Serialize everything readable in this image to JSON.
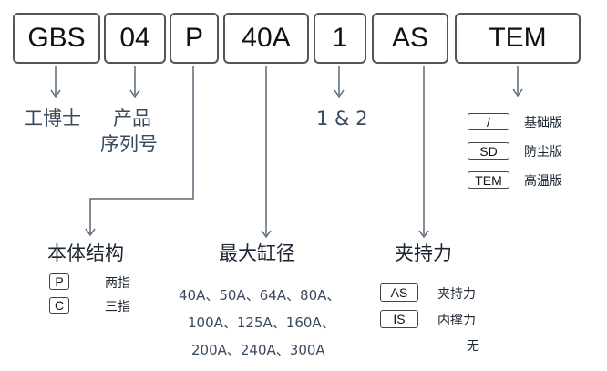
{
  "code": {
    "parts": [
      "GBS",
      "04",
      "P",
      "40A",
      "1",
      "AS",
      "TEM"
    ]
  },
  "labels": {
    "brand": "工博士",
    "product_line1": "产品",
    "product_line2": "序列号",
    "version": "1 & 2"
  },
  "structure": {
    "title": "本体结构",
    "options": [
      {
        "code": "P",
        "desc": "两指"
      },
      {
        "code": "C",
        "desc": "三指"
      }
    ]
  },
  "bore": {
    "title": "最大缸径",
    "rows": [
      "40A、50A、64A、80A、",
      "100A、125A、160A、",
      "200A、240A、300A"
    ]
  },
  "clamp": {
    "title": "夹持力",
    "options": [
      {
        "code": "AS",
        "desc": "夹持力"
      },
      {
        "code": "IS",
        "desc": "内撑力"
      },
      {
        "code": "",
        "desc": "无"
      }
    ]
  },
  "version_type": {
    "options": [
      {
        "code": "/",
        "desc": "基础版"
      },
      {
        "code": "SD",
        "desc": "防尘版"
      },
      {
        "code": "TEM",
        "desc": "高温版"
      }
    ]
  },
  "colors": {
    "line": "#5a6878",
    "box_border": "#555555",
    "label_text": "#3a4a5e"
  }
}
